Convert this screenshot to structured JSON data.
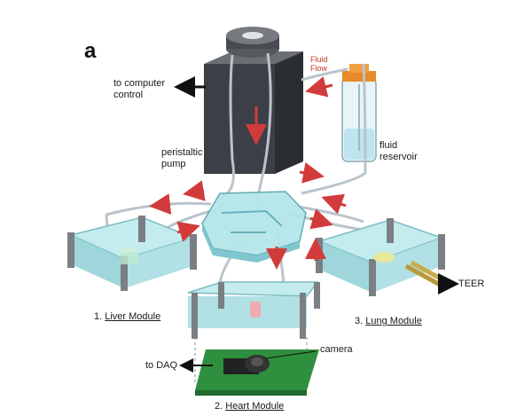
{
  "figure": {
    "panel_label": "a",
    "labels": {
      "computer": "to computer control",
      "pump": "peristaltic pump",
      "fluid_flow": "Fluid Flow",
      "reservoir": "fluid reservoir",
      "teer": "TEER",
      "camera": "camera",
      "daq": "to DAQ"
    },
    "modules": {
      "liver_num": "1.",
      "liver": "Liver Module",
      "heart_num": "2.",
      "heart": "Heart Module",
      "lung_num": "3.",
      "lung": "Lung Module"
    }
  }
}
